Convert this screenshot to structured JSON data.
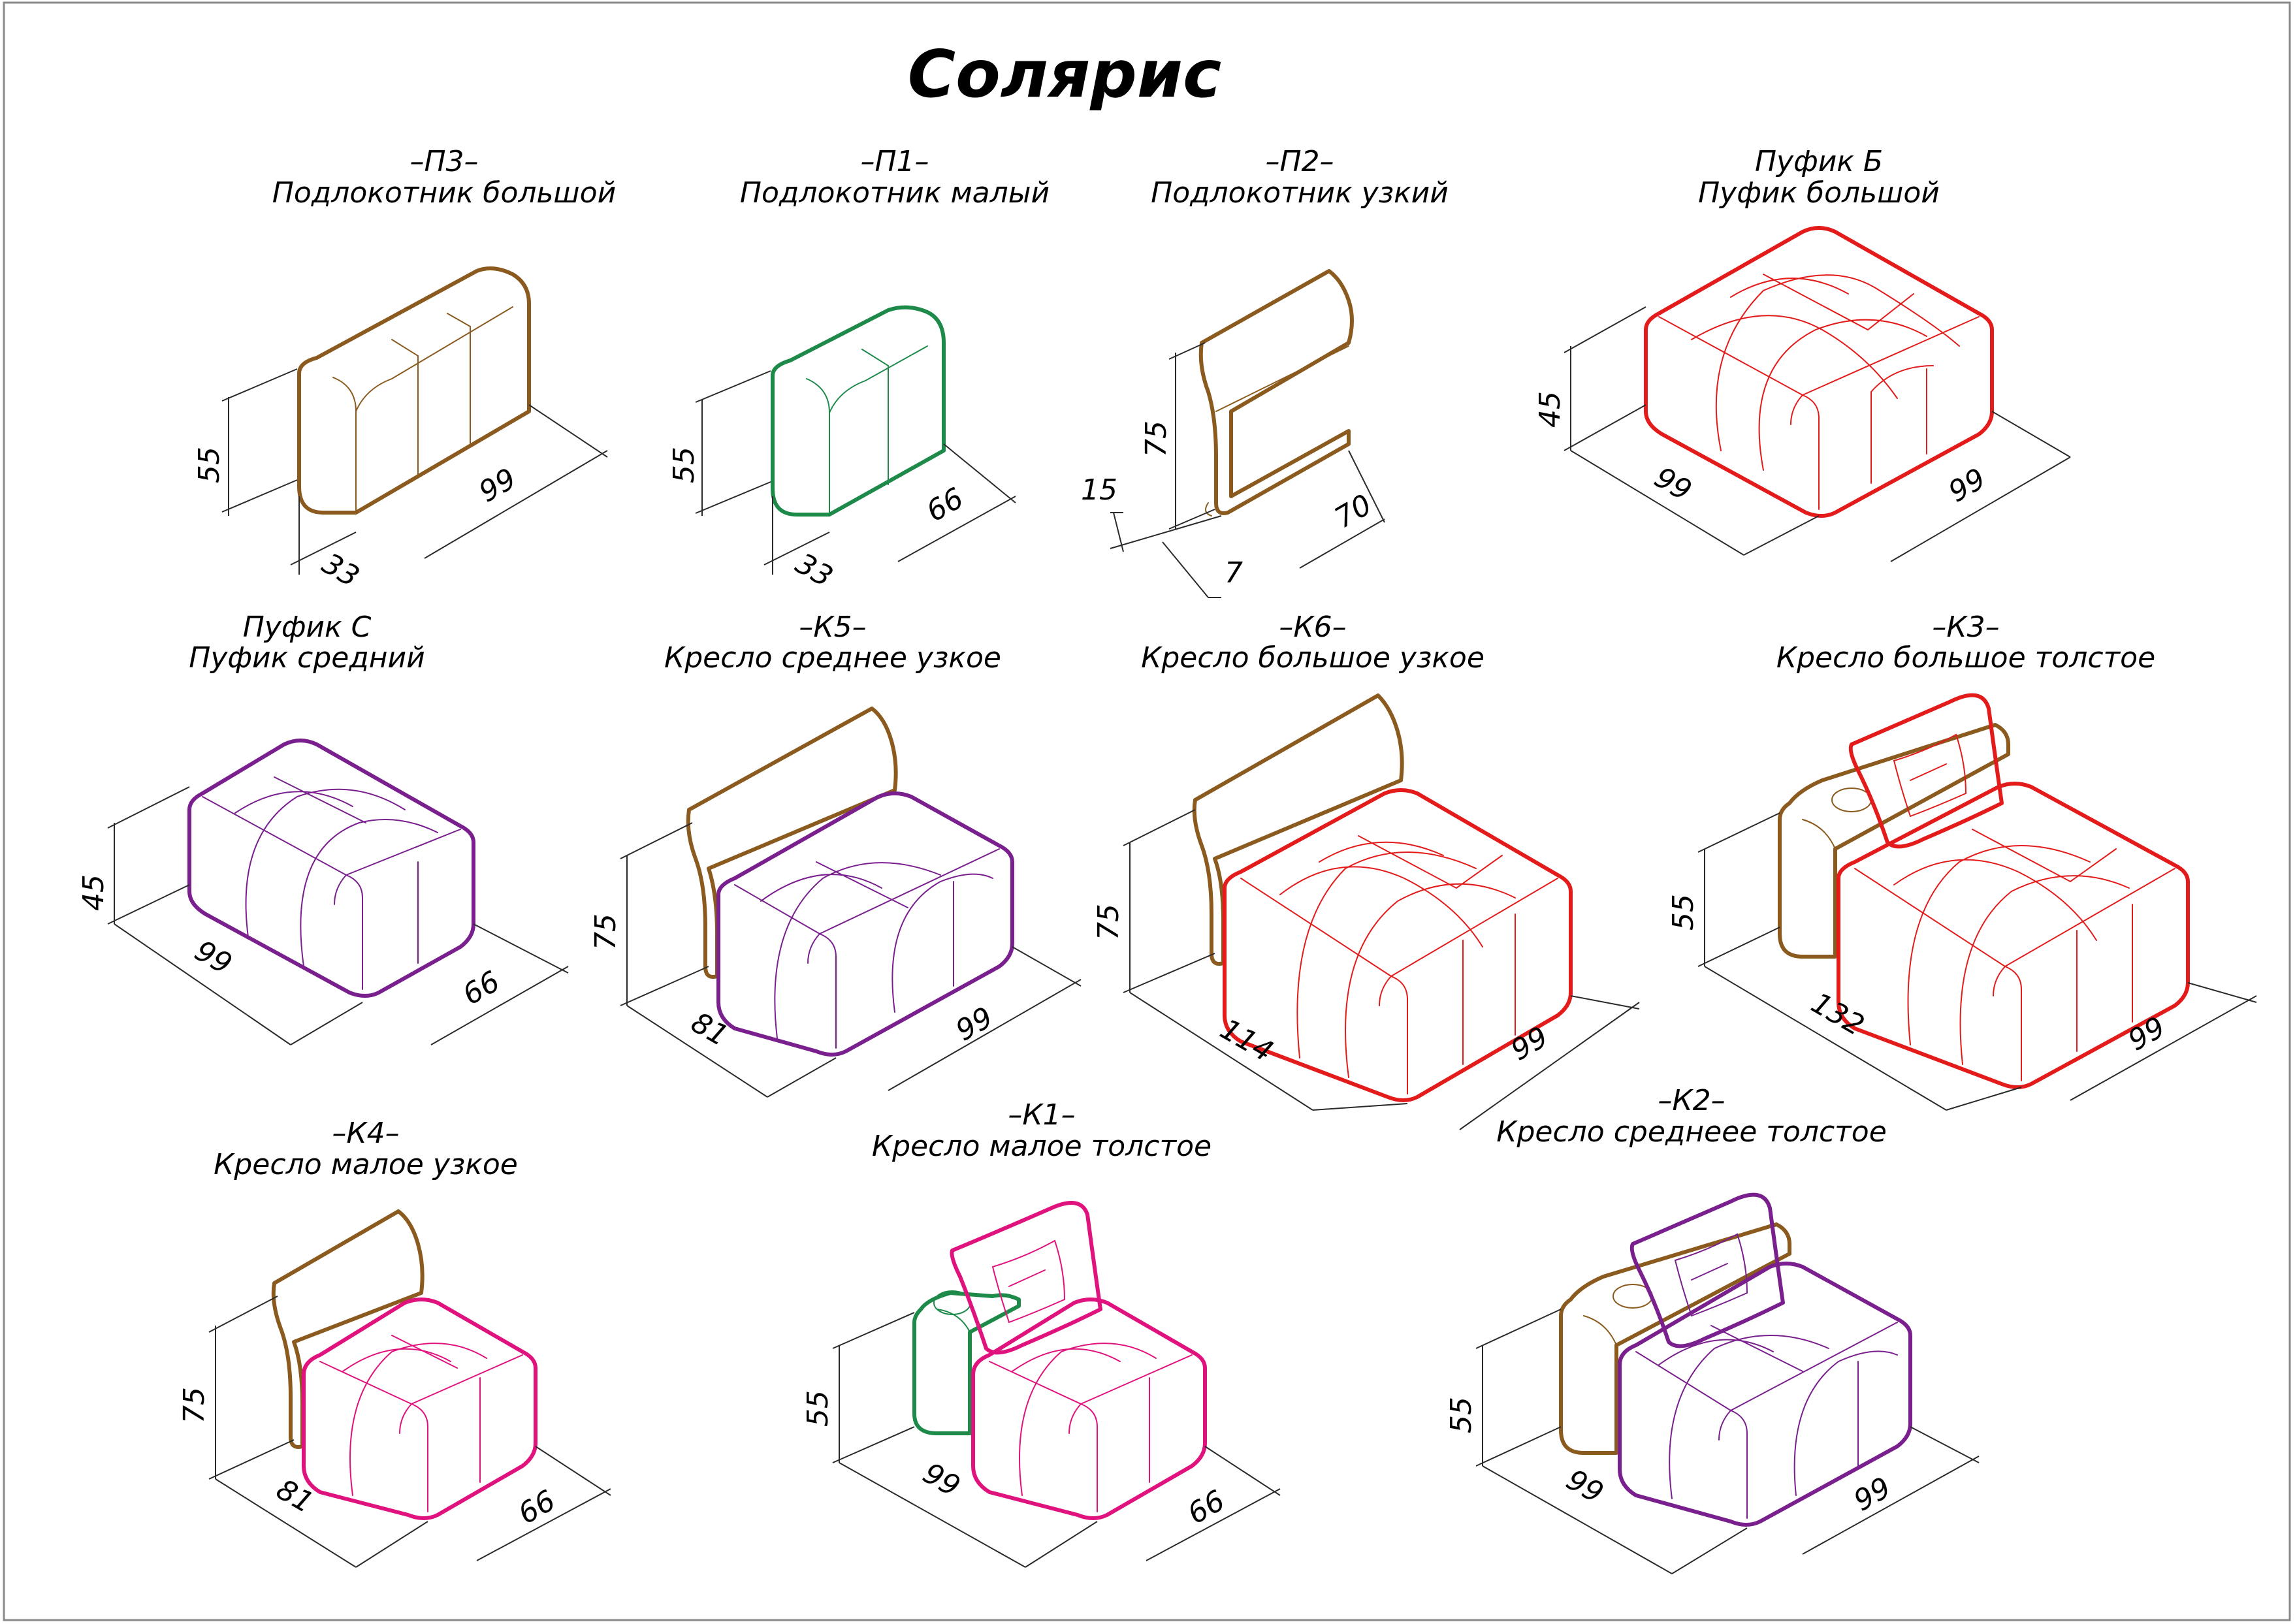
{
  "title": "Солярис",
  "colors": {
    "brown": "#8b5a1e",
    "green": "#1e8a4a",
    "red": "#e31b1b",
    "purple": "#7a1f8e",
    "magenta": "#e0137e",
    "dims": "#2a2a2a"
  },
  "modules": [
    {
      "code": "–П3–",
      "name": "Подлокотник большой",
      "dims": {
        "h": "55",
        "w": "99",
        "d": "33"
      }
    },
    {
      "code": "–П1–",
      "name": "Подлокотник малый",
      "dims": {
        "h": "55",
        "w": "66",
        "d": "33"
      }
    },
    {
      "code": "–П2–",
      "name": "Подлокотник узкий",
      "dims": {
        "h": "75",
        "w": "70",
        "d": "15",
        "t": "7"
      }
    },
    {
      "code": "Пуфик Б",
      "name": "Пуфик большой",
      "dims": {
        "h": "45",
        "w": "99",
        "d": "99"
      }
    },
    {
      "code": "Пуфик С",
      "name": "Пуфик средний",
      "dims": {
        "h": "45",
        "w": "99",
        "d": "66"
      }
    },
    {
      "code": "–К5–",
      "name": "Кресло среднее узкое",
      "dims": {
        "h": "75",
        "w": "81",
        "d": "99"
      }
    },
    {
      "code": "–К6–",
      "name": "Кресло большое узкое",
      "dims": {
        "h": "75",
        "w": "114",
        "d": "99"
      }
    },
    {
      "code": "–К3–",
      "name": "Кресло большое толстое",
      "dims": {
        "h": "55",
        "w": "132",
        "d": "99"
      }
    },
    {
      "code": "–К4–",
      "name": "Кресло малое узкое",
      "dims": {
        "h": "75",
        "w": "81",
        "d": "66"
      }
    },
    {
      "code": "–К1–",
      "name": "Кресло малое толстое",
      "dims": {
        "h": "55",
        "w": "99",
        "d": "66"
      }
    },
    {
      "code": "–К2–",
      "name": "Кресло среднеее толстое",
      "dims": {
        "h": "55",
        "w": "99",
        "d": "99"
      }
    }
  ]
}
